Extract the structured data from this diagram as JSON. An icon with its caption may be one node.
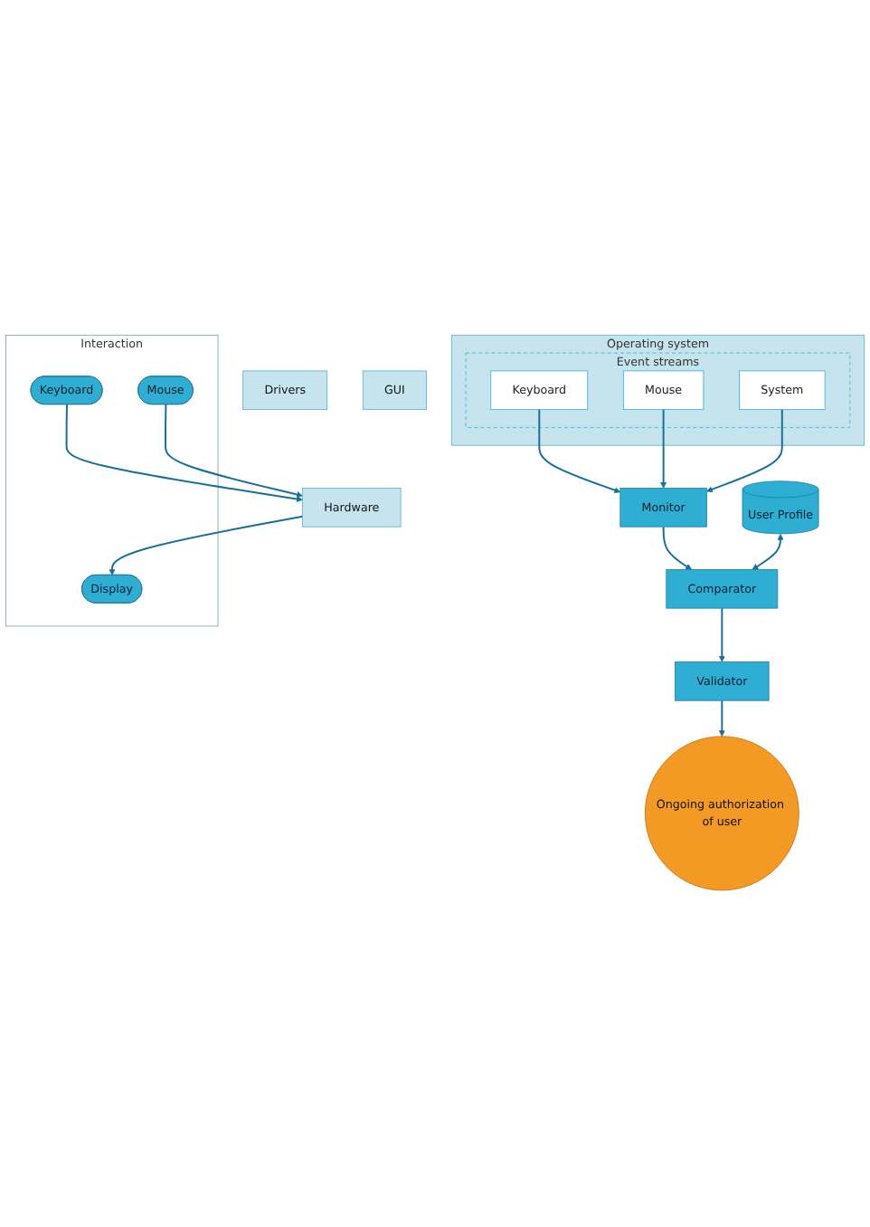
{
  "diagram": {
    "nodes": [
      {
        "text": [
          "Interaction"
        ]
      },
      {
        "text": [
          "Keyboard"
        ],
        "in": 0
      },
      {
        "text": [
          "Mouse"
        ],
        "in": 0
      },
      {
        "text": [
          "Display"
        ],
        "in": 0
      },
      {
        "text": [
          "Hardware"
        ]
      },
      {
        "text": [
          "Drivers"
        ]
      },
      {
        "text": [
          "Operating system"
        ]
      },
      {
        "text": [
          "Event streams"
        ],
        "in": 6
      },
      {
        "text": [
          "Keyboard"
        ],
        "in": 7
      },
      {
        "text": [
          "Mouse"
        ],
        "in": 7
      },
      {
        "text": [
          "System"
        ],
        "in": 7
      },
      {
        "text": [
          "GUI"
        ]
      },
      {
        "text": [
          "User Profile"
        ]
      },
      {
        "text": [
          "Monitor"
        ]
      },
      {
        "text": [
          "Comparator"
        ]
      },
      {
        "text": [
          "Validator"
        ]
      },
      {
        "text": [
          "Ongoing authorization of user"
        ]
      }
    ],
    "edges": [
      {
        "from": 1,
        "to": 4,
        "arrow": "to"
      },
      {
        "from": 2,
        "to": 4,
        "arrow": "to"
      },
      {
        "from": 4,
        "to": 3,
        "arrow": "to"
      },
      {
        "from": 8,
        "to": 13,
        "arrow": "to"
      },
      {
        "from": 9,
        "to": 13,
        "arrow": "to"
      },
      {
        "from": 10,
        "to": 13,
        "arrow": "to"
      },
      {
        "from": 13,
        "to": 14,
        "arrow": "to"
      },
      {
        "from": 12,
        "to": 14,
        "arrow": "both"
      },
      {
        "from": 14,
        "to": 15,
        "arrow": "to"
      },
      {
        "from": 15,
        "to": 16,
        "arrow": "to"
      }
    ]
  }
}
